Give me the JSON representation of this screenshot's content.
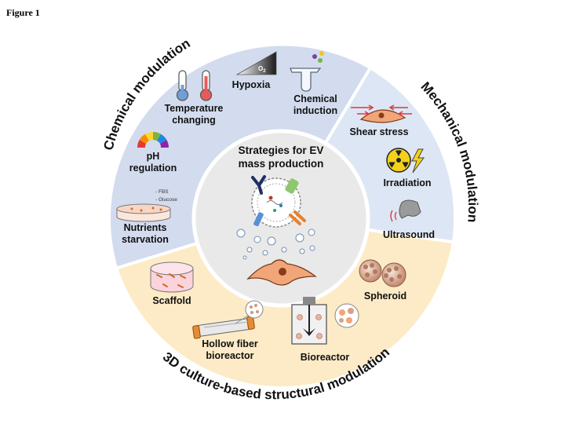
{
  "figure_label": "Figure 1",
  "center": {
    "line1": "Strategies for EV",
    "line2": "mass production"
  },
  "sections": {
    "chemical": "Chemical modulation",
    "mechanical": "Mechanical  modulation",
    "culture3d": "3D culture-based structural modulation"
  },
  "items": {
    "hypoxia": "Hypoxia",
    "o2": "O",
    "o2_sub": "2",
    "chemical_induction_1": "Chemical",
    "chemical_induction_2": "induction",
    "temperature_1": "Temperature",
    "temperature_2": "changing",
    "ph_1": "pH",
    "ph_2": "regulation",
    "fbs": "- FBS",
    "glucose": "- Glucose",
    "nutrients_1": "Nutrients",
    "nutrients_2": "starvation",
    "shear_stress": "Shear stress",
    "irradiation": "Irradiation",
    "ultrasound": "Ultrasound",
    "scaffold": "Scaffold",
    "spheroid": "Spheroid",
    "hollow_fiber_1": "Hollow fiber",
    "hollow_fiber_2": "bioreactor",
    "bioreactor": "Bioreactor"
  },
  "colors": {
    "chemical_bg": "#d3dcee",
    "mechanical_bg": "#dde6f4",
    "culture_bg": "#fcebc6",
    "center_bg": "#e9e9e9",
    "cell": "#f0a679",
    "nucleus": "#8b3a1a"
  }
}
